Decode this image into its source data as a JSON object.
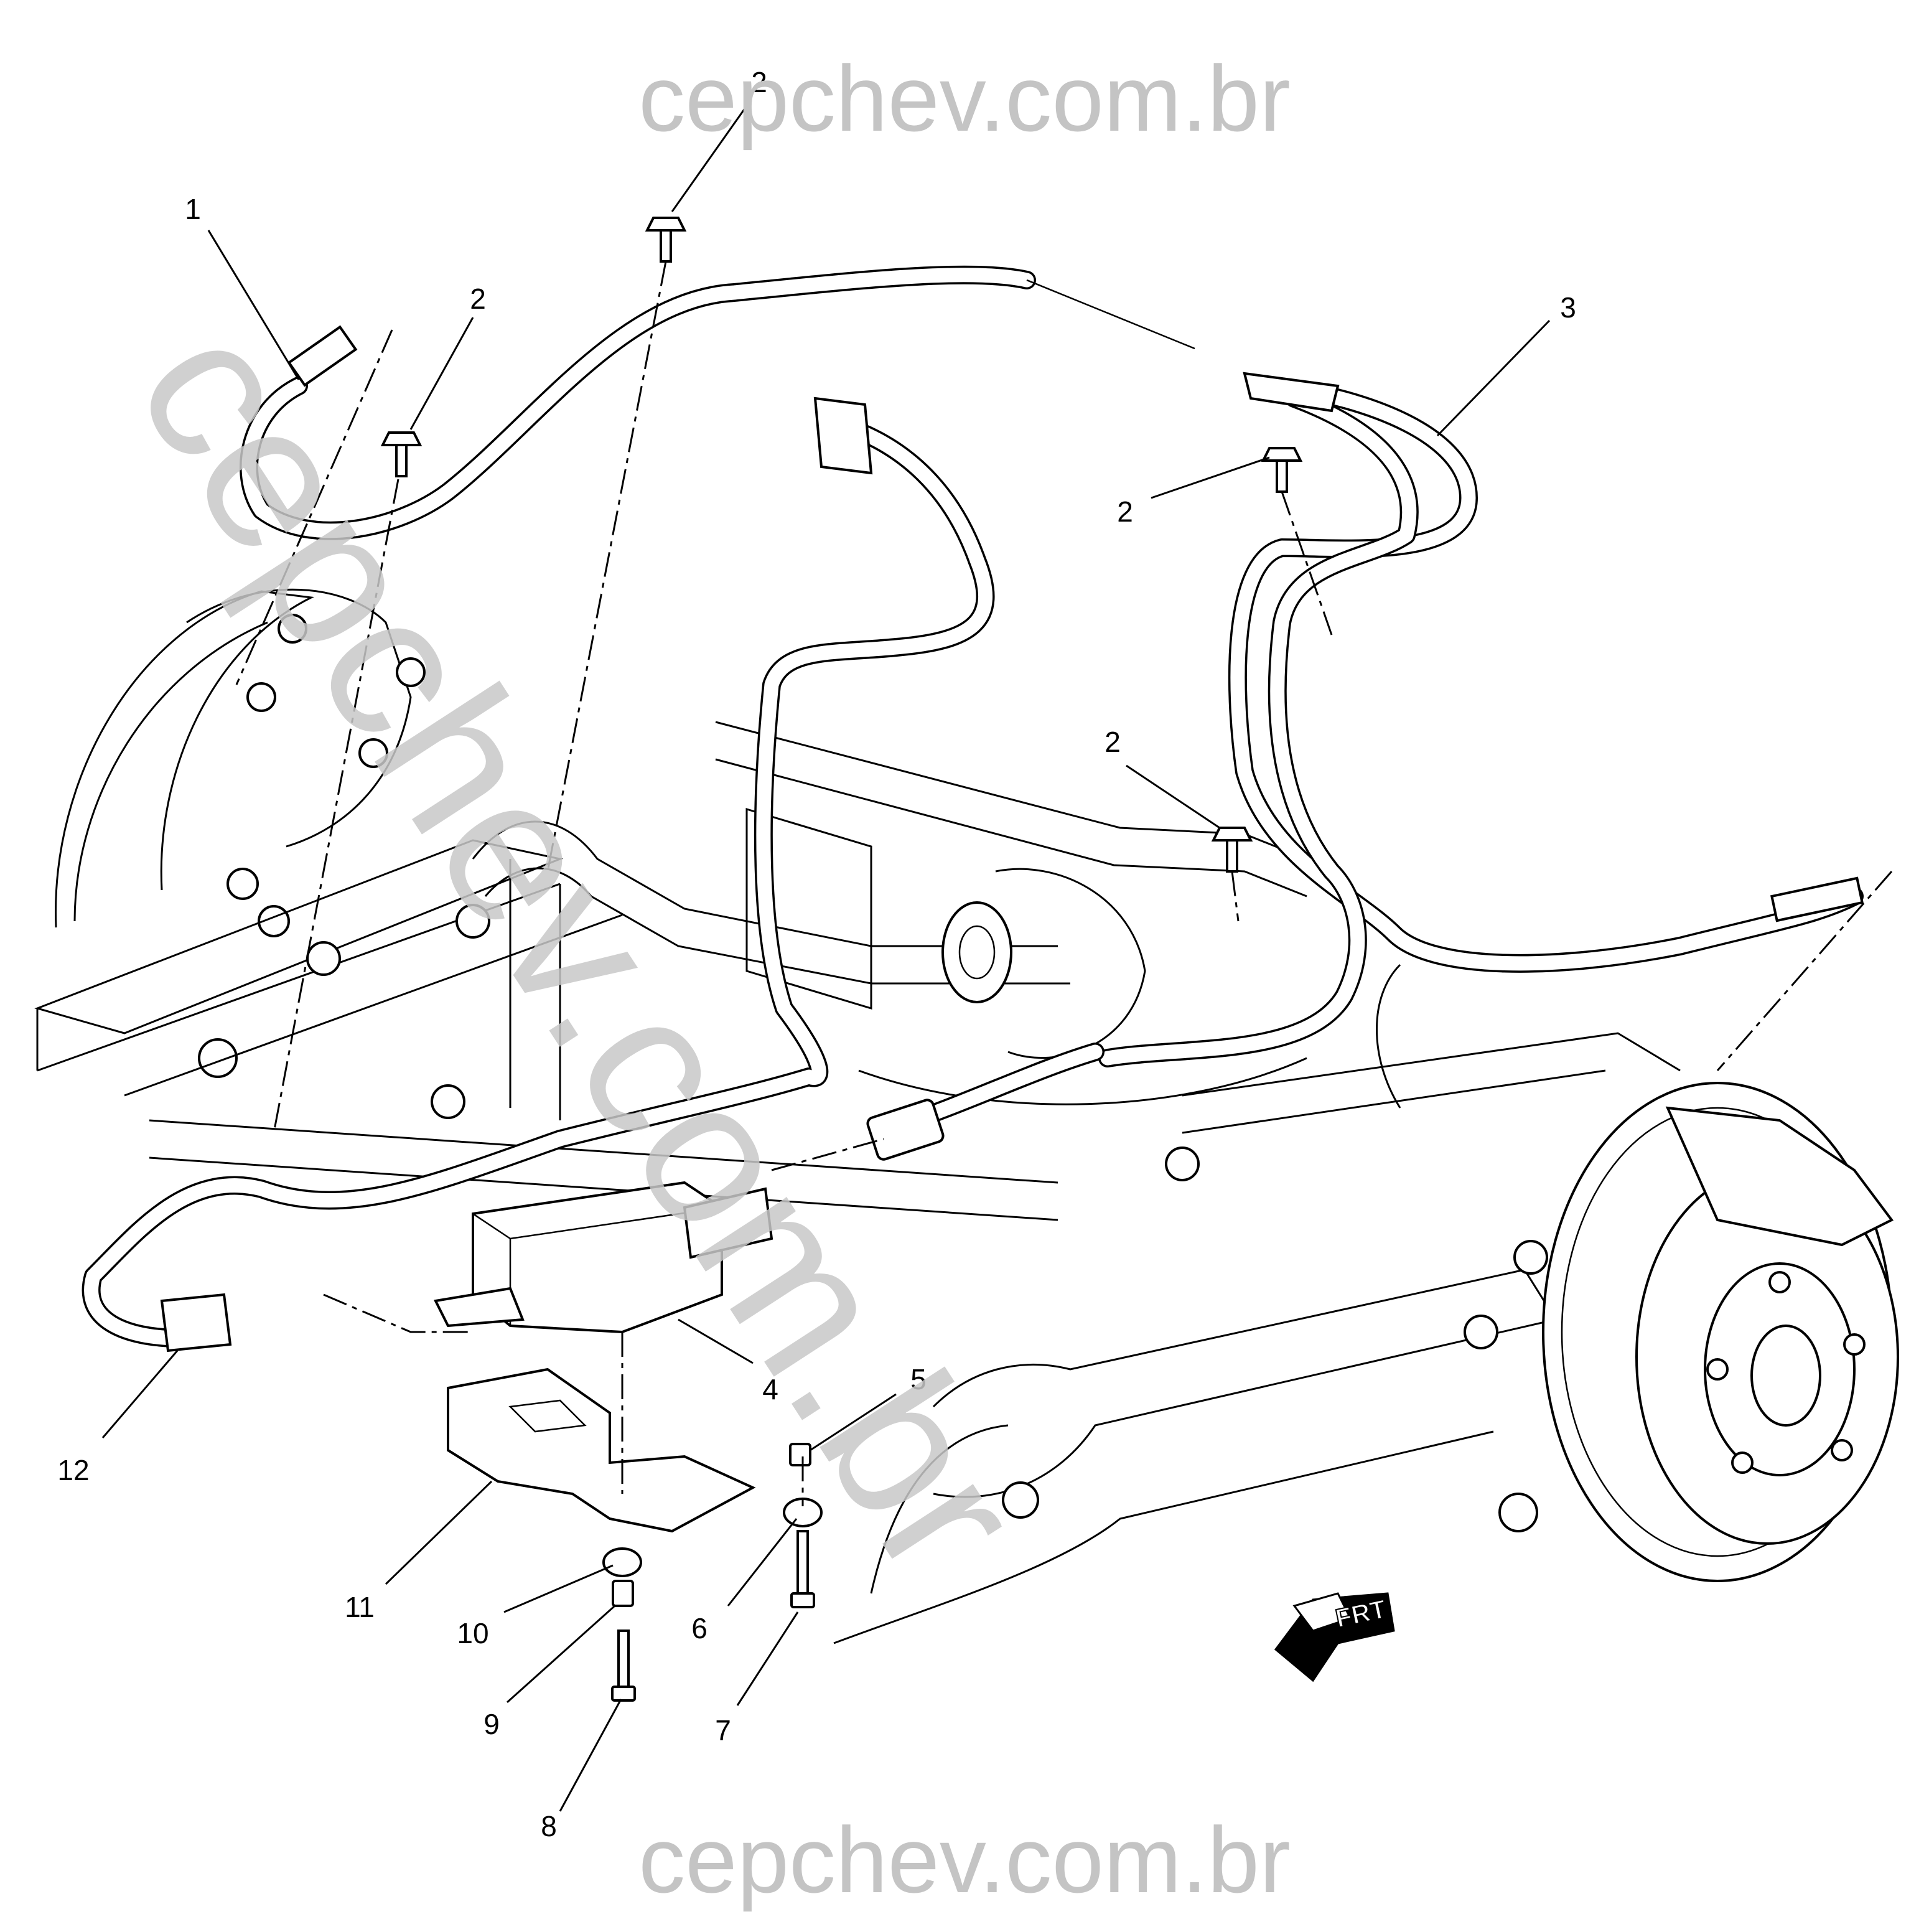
{
  "watermark": {
    "top": "cepchev.com.br",
    "bottom": "cepchev.com.br",
    "diagonal": "cepchev.com.br"
  },
  "orientation": {
    "label": "FRT"
  },
  "callouts": [
    {
      "id": "1",
      "text": "1"
    },
    {
      "id": "2a",
      "text": "2"
    },
    {
      "id": "2b",
      "text": "2"
    },
    {
      "id": "2c",
      "text": "2"
    },
    {
      "id": "2d",
      "text": "2"
    },
    {
      "id": "2e",
      "text": "2"
    },
    {
      "id": "3",
      "text": "3"
    },
    {
      "id": "4",
      "text": "4"
    },
    {
      "id": "5",
      "text": "5"
    },
    {
      "id": "6",
      "text": "6"
    },
    {
      "id": "7",
      "text": "7"
    },
    {
      "id": "8",
      "text": "8"
    },
    {
      "id": "9",
      "text": "9"
    },
    {
      "id": "10",
      "text": "10"
    },
    {
      "id": "11",
      "text": "11"
    },
    {
      "id": "12",
      "text": "12"
    }
  ]
}
